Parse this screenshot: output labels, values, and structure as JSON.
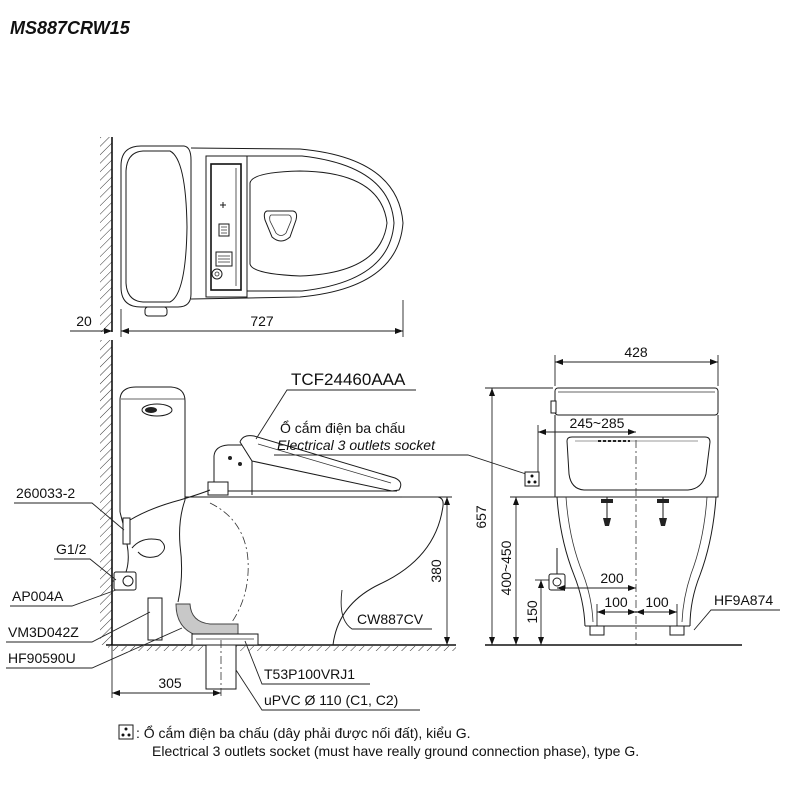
{
  "title": "MS887CRW15",
  "plan_view": {
    "dim_wall_gap": "20",
    "dim_overall_length": "727"
  },
  "side_view": {
    "seat_model": "TCF24460AAA",
    "socket_label_vi": "Ổ cắm điện ba chấu",
    "socket_label_en": "Electrical 3 outlets socket",
    "left_labels": [
      "260033-2",
      "G1/2",
      "AP004A",
      "VM3D042Z",
      "HF90590U"
    ],
    "right_labels": [
      "CW887CV",
      "T53P100VRJ1",
      "uPVC Ø 110 (C1, C2)"
    ],
    "dim_rim_height": "380",
    "dim_rough_in": "305"
  },
  "front_view": {
    "dim_width": "428",
    "dim_socket_offset": "245~285",
    "dim_total_height": "657",
    "dim_socket_height": "400~450",
    "dim_valve_height": "150",
    "dim_valve_offset": "200",
    "dim_foot_left": "100",
    "dim_foot_right": "100",
    "foot_label": "HF9A874"
  },
  "footnote": {
    "symbol": "socket-icon",
    "line1": ": Ổ cắm điện ba chấu (dây phải được nối đất), kiểu G.",
    "line2": "Electrical 3 outlets socket (must have really ground connection phase), type G."
  },
  "colors": {
    "line": "#1a1a1a",
    "fitting_fill": "#c8c8c8"
  }
}
